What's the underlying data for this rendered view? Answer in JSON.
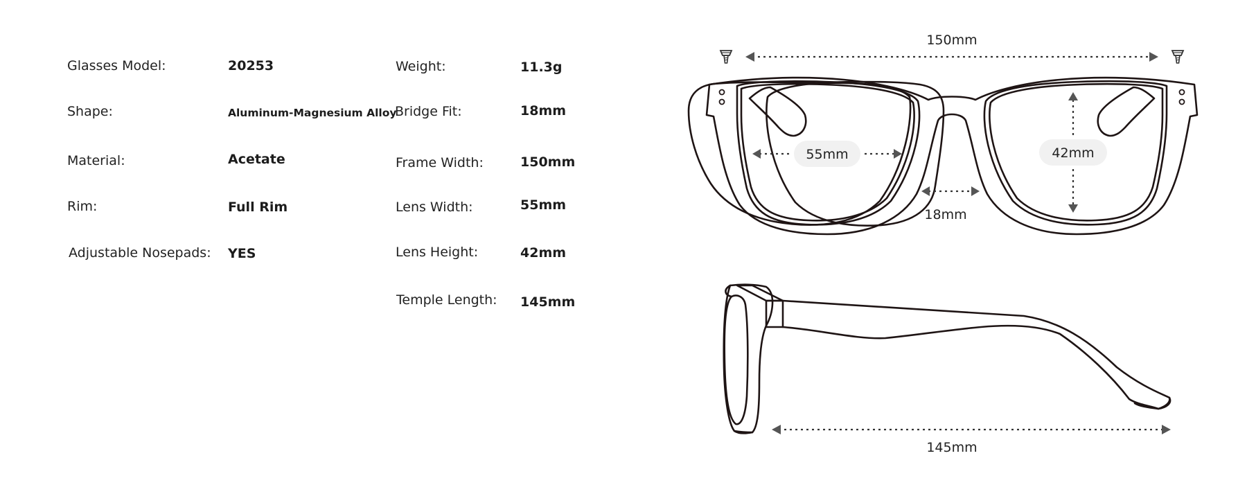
{
  "specs": {
    "left": [
      {
        "label": "Glasses Model:",
        "value": "20253"
      },
      {
        "label": "Shape:",
        "value": "Aluminum-Magnesium Alloy"
      },
      {
        "label": "Material:",
        "value": "Acetate"
      },
      {
        "label": "Rim:",
        "value": "Full Rim"
      },
      {
        "label": "Adjustable Nosepads:",
        "value": "YES"
      }
    ],
    "right": [
      {
        "label": "Weight:",
        "value": "11.3g"
      },
      {
        "label": "Bridge Fit:",
        "value": "18mm"
      },
      {
        "label": "Frame Width:",
        "value": "150mm"
      },
      {
        "label": "Lens Width:",
        "value": "55mm"
      },
      {
        "label": "Lens Height:",
        "value": "42mm"
      },
      {
        "label": "Temple Length:",
        "value": "145mm"
      }
    ]
  },
  "diagram": {
    "frame_width": "150mm",
    "lens_width": "55mm",
    "lens_height": "42mm",
    "bridge": "18mm",
    "temple_length": "145mm"
  }
}
